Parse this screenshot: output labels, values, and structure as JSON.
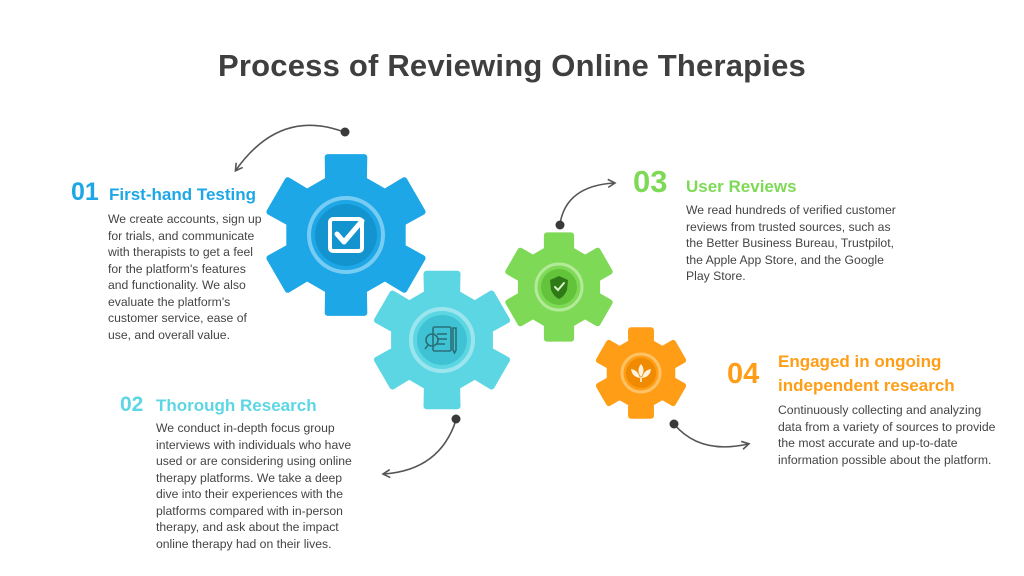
{
  "title": "Process of Reviewing Online Therapies",
  "colors": {
    "blue": "#1ea7e6",
    "cyan": "#5dd6e4",
    "green": "#7ed957",
    "orange": "#ff9e16",
    "text": "#444444",
    "title": "#3f3f3f"
  },
  "steps": [
    {
      "number": "01",
      "title": "First-hand Testing",
      "icon": "checkbox-icon",
      "description": "We create accounts, sign up for trials, and communicate with therapists to get a feel for the platform's features and functionality. We also evaluate the platform's customer service, ease of use, and overall value."
    },
    {
      "number": "02",
      "title": "Thorough Research",
      "icon": "research-document-icon",
      "description": "We conduct in-depth focus group interviews with individuals who have used or are considering using online therapy platforms. We take a deep dive into their experiences with the platforms compared with in-person therapy, and ask about the impact online therapy had on their lives."
    },
    {
      "number": "03",
      "title": "User Reviews",
      "icon": "shield-check-icon",
      "description": "We read hundreds of verified customer reviews from trusted sources, such as the Better Business Bureau, Trustpilot, the Apple App Store, and the Google Play Store."
    },
    {
      "number": "04",
      "title": "Engaged in ongoing independent research",
      "icon": "leaf-icon",
      "description": "Continuously collecting and analyzing data from a variety of sources to provide the most accurate and up-to-date information possible about the platform."
    }
  ]
}
